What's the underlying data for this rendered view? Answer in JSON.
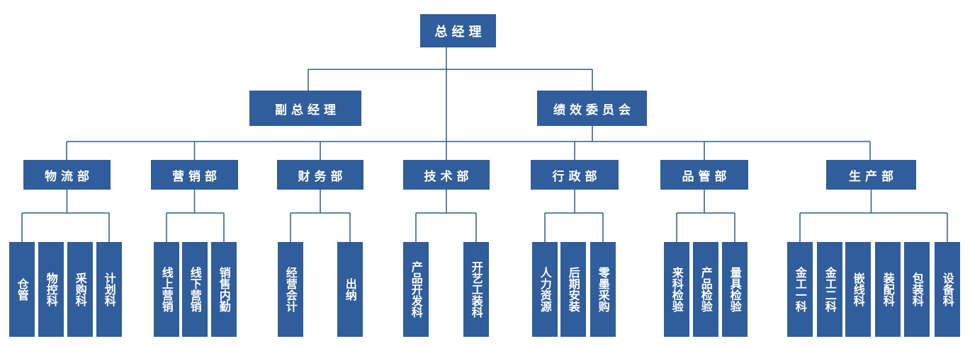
{
  "colors": {
    "node_fill": "#305D9B",
    "connector_line": "#2D5A8C",
    "node_text": "#FFFFFF",
    "background": "#FFFFFF"
  },
  "org": {
    "root": {
      "label": "总经理"
    },
    "deputies": [
      {
        "label": "副总经理"
      },
      {
        "label": "绩效委员会"
      }
    ],
    "departments": [
      {
        "label": "物流部",
        "children": [
          {
            "label": "仓管"
          },
          {
            "label": "物控科"
          },
          {
            "label": "采购科"
          },
          {
            "label": "计划科"
          }
        ]
      },
      {
        "label": "营销部",
        "children": [
          {
            "label": "线上营销"
          },
          {
            "label": "线下营销"
          },
          {
            "label": "销售内勤"
          }
        ]
      },
      {
        "label": "财务部",
        "children": [
          {
            "label": "经营会计"
          },
          {
            "label": "出纳"
          }
        ]
      },
      {
        "label": "技术部",
        "children": [
          {
            "label": "产品开发科"
          },
          {
            "label": "开艺工装科"
          }
        ]
      },
      {
        "label": "行政部",
        "children": [
          {
            "label": "人力资源"
          },
          {
            "label": "后期安装"
          },
          {
            "label": "零墨采购"
          }
        ]
      },
      {
        "label": "品管部",
        "children": [
          {
            "label": "来科检验"
          },
          {
            "label": "产品检验"
          },
          {
            "label": "量具检验"
          }
        ]
      },
      {
        "label": "生产部",
        "children": [
          {
            "label": "金工一科"
          },
          {
            "label": "金工二科"
          },
          {
            "label": "嵌线科"
          },
          {
            "label": "装配科"
          },
          {
            "label": "包装科"
          },
          {
            "label": "设备科"
          }
        ]
      }
    ]
  }
}
